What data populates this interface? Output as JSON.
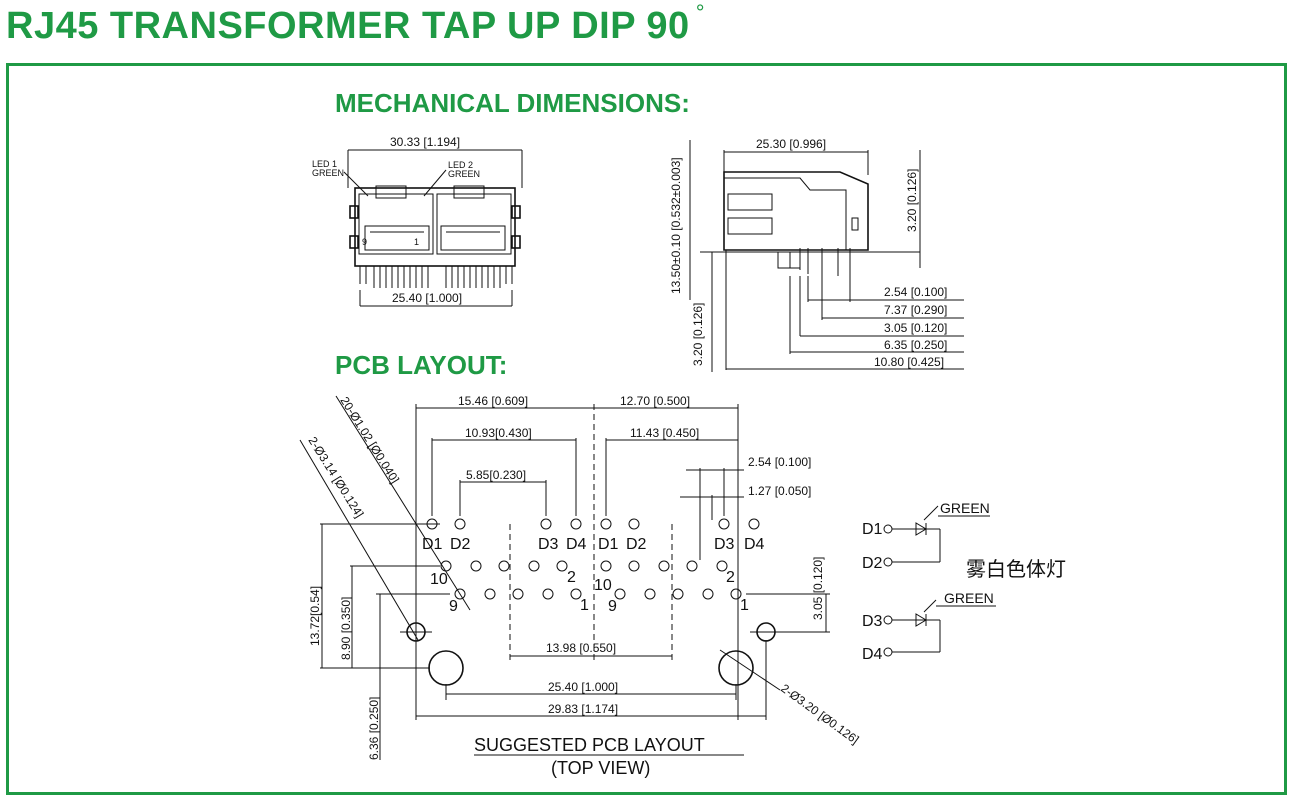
{
  "title": "RJ45 TRANSFORMER TAP UP DIP 90",
  "title_degree": "°",
  "sections": {
    "mechanical": "MECHANICAL DIMENSIONS:",
    "pcb": "PCB LAYOUT:"
  },
  "front_view": {
    "width_dim": "30.33 [1.194]",
    "pin_span_dim": "25.40 [1.000]",
    "led1_label": "LED 1",
    "led1_color": "GREEN",
    "led2_label": "LED 2",
    "led2_color": "GREEN",
    "pin9": "9",
    "pin1": "1"
  },
  "side_view": {
    "depth_dim": "25.30 [0.996]",
    "height_dim": "13.50±0.10 [0.532±0.003]",
    "top_offset_dim": "3.20 [0.126]",
    "bottom_offset_dim": "3.20 [0.126]",
    "dims": [
      "2.54 [0.100]",
      "7.37 [0.290]",
      "3.05 [0.120]",
      "6.35 [0.250]",
      "10.80 [0.425]"
    ]
  },
  "pcb_layout": {
    "dims": {
      "d1546": "15.46 [0.609]",
      "d1270": "12.70 [0.500]",
      "d1093": "10.93[0.430]",
      "d1143": "11.43 [0.450]",
      "d585": "5.85[0.230]",
      "d254": "2.54 [0.100]",
      "d127": "1.27 [0.050]",
      "d1398": "13.98 [0.550]",
      "d2540": "25.40 [1.000]",
      "d2983": "29.83 [1.174]",
      "d1372": "13.72[0.54]",
      "d890": "8.90 [0.350]",
      "d636": "6.36 [0.250]",
      "d305": "3.05 [0.120]",
      "hole_20": "20-Ø1.02 [Ø0.040]",
      "hole_2a": "2-Ø3.14 [Ø0.124]",
      "hole_2b": "2-Ø3.20 [Ø0.126]"
    },
    "pin_labels": [
      "D1",
      "D2",
      "D3",
      "D4",
      "D1",
      "D2",
      "D3",
      "D4"
    ],
    "row_labels": {
      "a10": "10",
      "a2": "2",
      "a9": "9",
      "a1": "1",
      "b10": "10",
      "b2": "2",
      "b9": "9",
      "b1": "1"
    },
    "caption": "SUGGESTED PCB LAYOUT",
    "subcaption": "(TOP VIEW)"
  },
  "led_schematic": {
    "d1": "D1",
    "d2": "D2",
    "d3": "D3",
    "d4": "D4",
    "green1": "GREEN",
    "green2": "GREEN",
    "note": "雾白色体灯"
  }
}
